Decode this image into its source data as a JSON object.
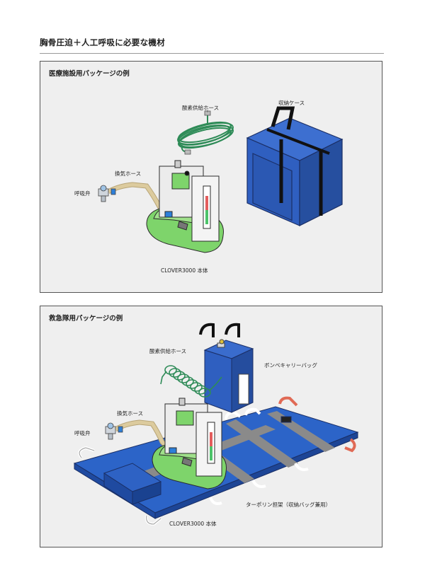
{
  "page": {
    "title": "胸骨圧迫＋人工呼吸に必要な機材"
  },
  "medical": {
    "title": "医療施設用パッケージの例",
    "labels": {
      "oxygen_hose": "酸素供給ホース",
      "storage_case": "収納ケース",
      "ventilation_hose": "換気ホース",
      "breathing_valve": "呼吸弁",
      "main_unit": "CLOVER3000 本体"
    }
  },
  "rescue": {
    "title": "救急隊用パッケージの例",
    "labels": {
      "oxygen_hose": "酸素供給ホース",
      "cylinder_bag": "ボンベキャリーバッグ",
      "ventilation_hose": "換気ホース",
      "breathing_valve": "呼吸弁",
      "stretcher": "ターポリン担架（収納バッグ兼用）",
      "main_unit": "CLOVER3000 本体"
    }
  },
  "colors": {
    "device_green": "#7ed46b",
    "device_body": "#ececec",
    "case_blue": "#2f5fc0",
    "stretcher_blue": "#2c64c8",
    "strap_gray": "#8a8a8a",
    "hose_green": "#2e8b57",
    "tan_hose": "#d8c79a",
    "handle_red": "#e06a55"
  }
}
